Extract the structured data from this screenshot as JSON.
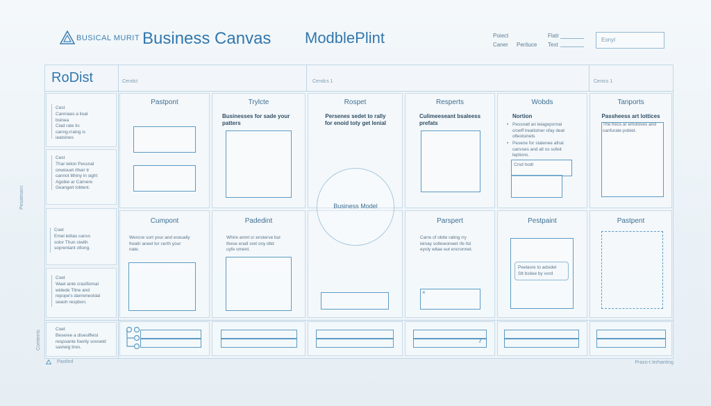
{
  "header": {
    "logo_text": "BUSICAL MURIT",
    "title": "Business Canvas",
    "subtitle": "ModblePlint",
    "meta": {
      "l1": "Poiect",
      "l2": "Flatr",
      "l3": "Caner",
      "l4": "Perituce",
      "l5": "Text"
    },
    "field_placeholder": "Eonyl"
  },
  "panel": {
    "title": "RoDist",
    "header_labels": [
      "Cendct",
      "Cendcs 1",
      "Cenics 1"
    ],
    "side_label_top": "Pesatmanc",
    "side_label_bottom": "Comtents",
    "side_notes": [
      {
        "head": "Cest",
        "text": "Canniaes a lioal\nbsinea\nCiad rate Iis\ncanng-rraing is\nieatoines"
      },
      {
        "head": "Cest",
        "text": "Thar lelion Pessnal\nonwiouet rtheir tr\ncannot lithiny in sight\nAgobie ar Carnere\nGeangeit Ioblent."
      },
      {
        "head": "Coet",
        "text": "Emel lelitas canvs\nsolor Thun siwith\nsoprentant ofiong."
      },
      {
        "head": "Coet",
        "text": "Wael ante crasifiomal\nwidede Tline and\nrepope's danreneoldal\nseaoh respbon."
      },
      {
        "head": "Coet",
        "text": "Beseree a disesiffeisl\nrespoante foerily sovoetd\nsaviwig tires."
      }
    ]
  },
  "blocks": {
    "b1": {
      "title": "Pastpont"
    },
    "b2": {
      "title": "Trylcte",
      "desc": "Businesses for sade your\npatters"
    },
    "b3": {
      "title": "Rospet",
      "desc": "Persenes sedet to rally\nfor enoid toty get lenial"
    },
    "b4": {
      "title": "Resperts",
      "desc": "Culimeeseant bsaleess\nprefats"
    },
    "b5": {
      "title": "Wobds",
      "sub": "Nortion",
      "bullets": [
        "Pessnatl an leiagepornal\ncroeff lreatistner ofay deat\nofleolsinets",
        "Pesene for stalenee afiral\ncanvses and all os sofeit\nleptions."
      ],
      "box_label": "Crsd hodt"
    },
    "b6": {
      "title": "Tanports",
      "sub": "Passheess art lottices",
      "desc": "The frecs ar emoloves and\ncanfurate pobiet."
    },
    "b7": {
      "title": "Cumpont",
      "desc": "Wencre sort your and eceually\nfreatir aneel tor certh your\nnate."
    },
    "b8": {
      "title": "Padedint",
      "desc": "Whire amnt cr ensterve bul\nthese enall sret ony ditd\nuyfe oment."
    },
    "b9": {
      "title": "Parspert",
      "desc": "Carre of obite rating rry\nleinay soltewonwet rfe Itd\neyoly witae eut encronnet."
    },
    "b10": {
      "title": "Pestpaint",
      "note": "Peelasre to adsidel\nStt bstiee by vord"
    },
    "b11": {
      "title": "Pastpent"
    },
    "center": {
      "label": "Business Model"
    }
  },
  "footer": {
    "left": "Paxtled",
    "right": "Prazo-t Ierhanting"
  }
}
